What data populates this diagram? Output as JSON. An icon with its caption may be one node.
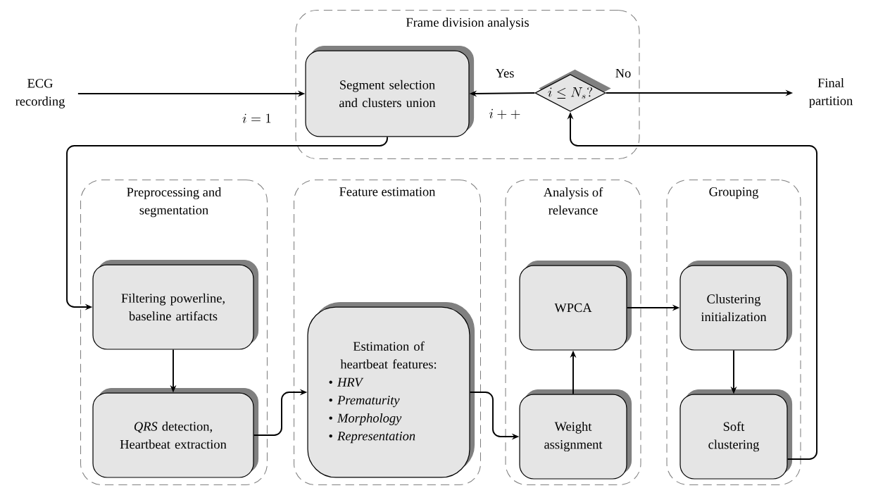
{
  "diagram": {
    "nodes": [
      {
        "text": [
          "Frame division analysis"
        ]
      },
      {
        "text": [
          "Segment selection and clusters union"
        ],
        "in": 0
      },
      {
        "text": [
          "i \\leq N_s?"
        ],
        "in": 0
      },
      {
        "text": [
          "ECG recording"
        ]
      },
      {
        "text": [
          "Final partition"
        ]
      },
      {
        "text": [
          "Preprocessing and segmentation"
        ]
      },
      {
        "text": [
          "Filtering powerline, baseline artifacts"
        ],
        "in": 5
      },
      {
        "text": [
          "*QRS* detection, Heartbeat extraction"
        ],
        "in": 5
      },
      {
        "text": [
          "Feature estimation"
        ]
      },
      {
        "text": [
          "Estimation of heartbeat features:",
          "• *HRV*",
          "• *Prematurity*",
          "• *Morphology*",
          "• *Representation*"
        ],
        "in": 8
      },
      {
        "text": [
          "Analysis of relevance"
        ]
      },
      {
        "text": [
          "WPCA"
        ],
        "in": 10
      },
      {
        "text": [
          "Weight assignment"
        ],
        "in": 10
      },
      {
        "text": [
          "Grouping"
        ]
      },
      {
        "text": [
          "Clustering initialization"
        ],
        "in": 13
      },
      {
        "text": [
          "Soft clustering"
        ],
        "in": 13
      }
    ],
    "edges": [
      {
        "from": 3,
        "to": 1,
        "arrow": "to",
        "label": "i = 1"
      },
      {
        "from": 2,
        "to": 1,
        "arrow": "to",
        "label": "Yes"
      },
      {
        "from": 2,
        "to": 4,
        "arrow": "to",
        "label": "No"
      },
      {
        "from": 1,
        "to": 6,
        "arrow": "to"
      },
      {
        "from": 6,
        "to": 7,
        "arrow": "to"
      },
      {
        "from": 7,
        "to": 9,
        "arrow": "to"
      },
      {
        "from": 9,
        "to": 12,
        "arrow": "to"
      },
      {
        "from": 12,
        "to": 11,
        "arrow": "to"
      },
      {
        "from": 11,
        "to": 14,
        "arrow": "to"
      },
      {
        "from": 14,
        "to": 15,
        "arrow": "to"
      },
      {
        "from": 15,
        "to": 2,
        "arrow": "to"
      }
    ],
    "labels": [
      "i++"
    ]
  }
}
